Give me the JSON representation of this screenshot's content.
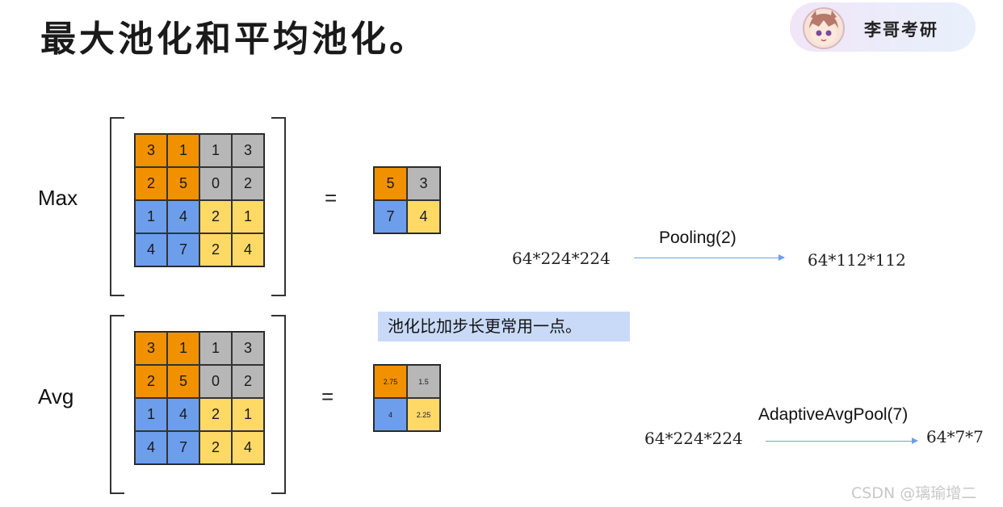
{
  "title": "最大池化和平均池化。",
  "badge": {
    "label": "李哥考研"
  },
  "max_label": "Max",
  "avg_label": "Avg",
  "equals": "=",
  "input_matrix": [
    [
      "3",
      "1",
      "1",
      "3"
    ],
    [
      "2",
      "5",
      "0",
      "2"
    ],
    [
      "1",
      "4",
      "2",
      "1"
    ],
    [
      "4",
      "7",
      "2",
      "4"
    ]
  ],
  "max_output": [
    [
      "5",
      "3"
    ],
    [
      "7",
      "4"
    ]
  ],
  "avg_output": [
    [
      "2.75",
      "1.5"
    ],
    [
      "4",
      "2.25"
    ]
  ],
  "note": "池化比加步长更常用一点。",
  "pooling": {
    "input": "64*224*224",
    "op": "Pooling(2)",
    "output": "64*112*112"
  },
  "adaptive": {
    "input": "64*224*224",
    "op": "AdaptiveAvgPool(7)",
    "output": "64*7*7"
  },
  "colors": {
    "orange": "#f29100",
    "gray": "#b7b7b7",
    "blue": "#6d9eeb",
    "yellow": "#ffd966"
  },
  "watermark": "CSDN @璃瑜增二"
}
